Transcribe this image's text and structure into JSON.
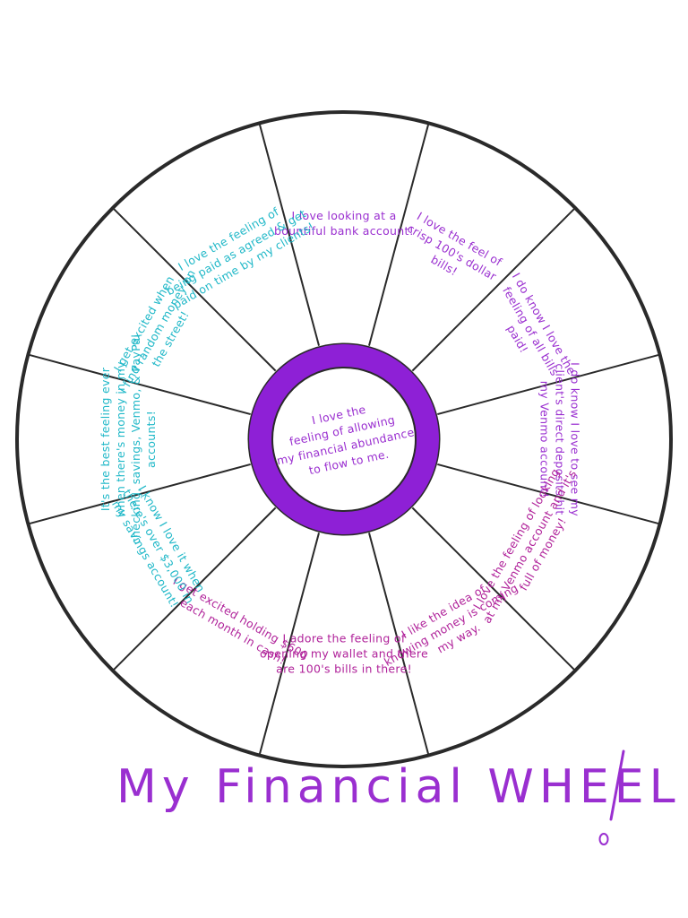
{
  "title": "My Financial WHEEL",
  "title_exclamation": "!",
  "colors": {
    "outline": "#2a2a2a",
    "ring": "#8e20d6",
    "purple_text": "#9a2fd0",
    "magenta_text": "#b0229a",
    "cyan_text": "#20b8c8",
    "title": "#9a2fd0"
  },
  "center": {
    "lines": [
      "I love the",
      "feeling of allowing",
      "my financial abundance",
      "to flow to me."
    ]
  },
  "segments": [
    {
      "id": "bank-account",
      "color_key": "purple_text",
      "lines": [
        "I love looking at a",
        "bountiful bank account!"
      ]
    },
    {
      "id": "crisp-bills",
      "color_key": "purple_text",
      "lines": [
        "I love the feel of",
        "crisp 100's dollar",
        "bills!"
      ]
    },
    {
      "id": "bills-paid",
      "color_key": "purple_text",
      "lines": [
        "I do know I love the",
        "feeling of all bills",
        "paid!"
      ]
    },
    {
      "id": "direct-deposits",
      "color_key": "purple_text",
      "lines": [
        "I do know I love to see my",
        "client's direct deposits hit",
        "my Venmo account!"
      ]
    },
    {
      "id": "venmo-full",
      "color_key": "magenta_text",
      "lines": [
        "I love the feeling of looking",
        "at my Venmo account and it's",
        "full of money!"
      ]
    },
    {
      "id": "money-coming",
      "color_key": "magenta_text",
      "lines": [
        "I like the idea of",
        "knowing money is coming",
        "my way."
      ]
    },
    {
      "id": "wallet-100s",
      "color_key": "magenta_text",
      "lines": [
        "I adore the feeling of",
        "opening my wallet and there",
        "are 100's bills in there!"
      ]
    },
    {
      "id": "holding-cash",
      "color_key": "magenta_text",
      "lines": [
        "I get excited holding $600",
        "each month in cash!"
      ]
    },
    {
      "id": "savings-account",
      "color_key": "cyan_text",
      "lines": [
        "I know I love it when",
        "there's over $3,000 in",
        "my savings account!"
      ]
    },
    {
      "id": "checking-savings",
      "color_key": "cyan_text",
      "lines": [
        "It's the best feeling ever",
        "when there's money in my",
        "checking, savings, Venmo, & PayPal",
        "accounts!"
      ]
    },
    {
      "id": "random-money",
      "color_key": "cyan_text",
      "lines": [
        "I get excited when",
        "I find random money on",
        "the street!"
      ]
    },
    {
      "id": "paid-on-time",
      "color_key": "cyan_text",
      "lines": [
        "I love the feeling of",
        "being paid as agreed & get",
        "paid on time by my clients!"
      ]
    }
  ]
}
